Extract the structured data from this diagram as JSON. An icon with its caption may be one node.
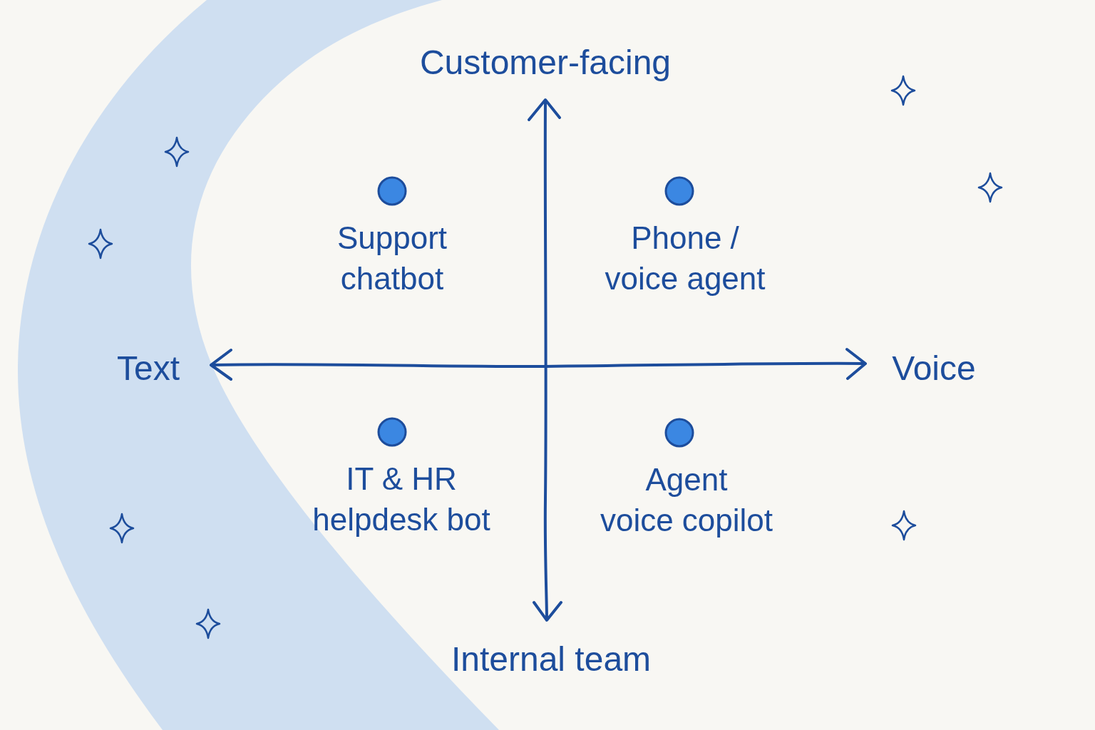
{
  "diagram": {
    "nodes": [
      {
        "text": [],
        "shape": "circle",
        "beside": [
          "Support chatbot"
        ]
      },
      {
        "text": [],
        "shape": "circle",
        "beside": [
          "Phone / voice agent"
        ]
      },
      {
        "text": [],
        "shape": "circle",
        "beside": [
          "IT & HR helpdesk bot"
        ]
      },
      {
        "text": [],
        "shape": "circle",
        "beside": [
          "Agent voice copilot"
        ]
      }
    ],
    "labels": [
      "Customer-facing",
      "Text",
      "Voice",
      "Internal team"
    ]
  }
}
